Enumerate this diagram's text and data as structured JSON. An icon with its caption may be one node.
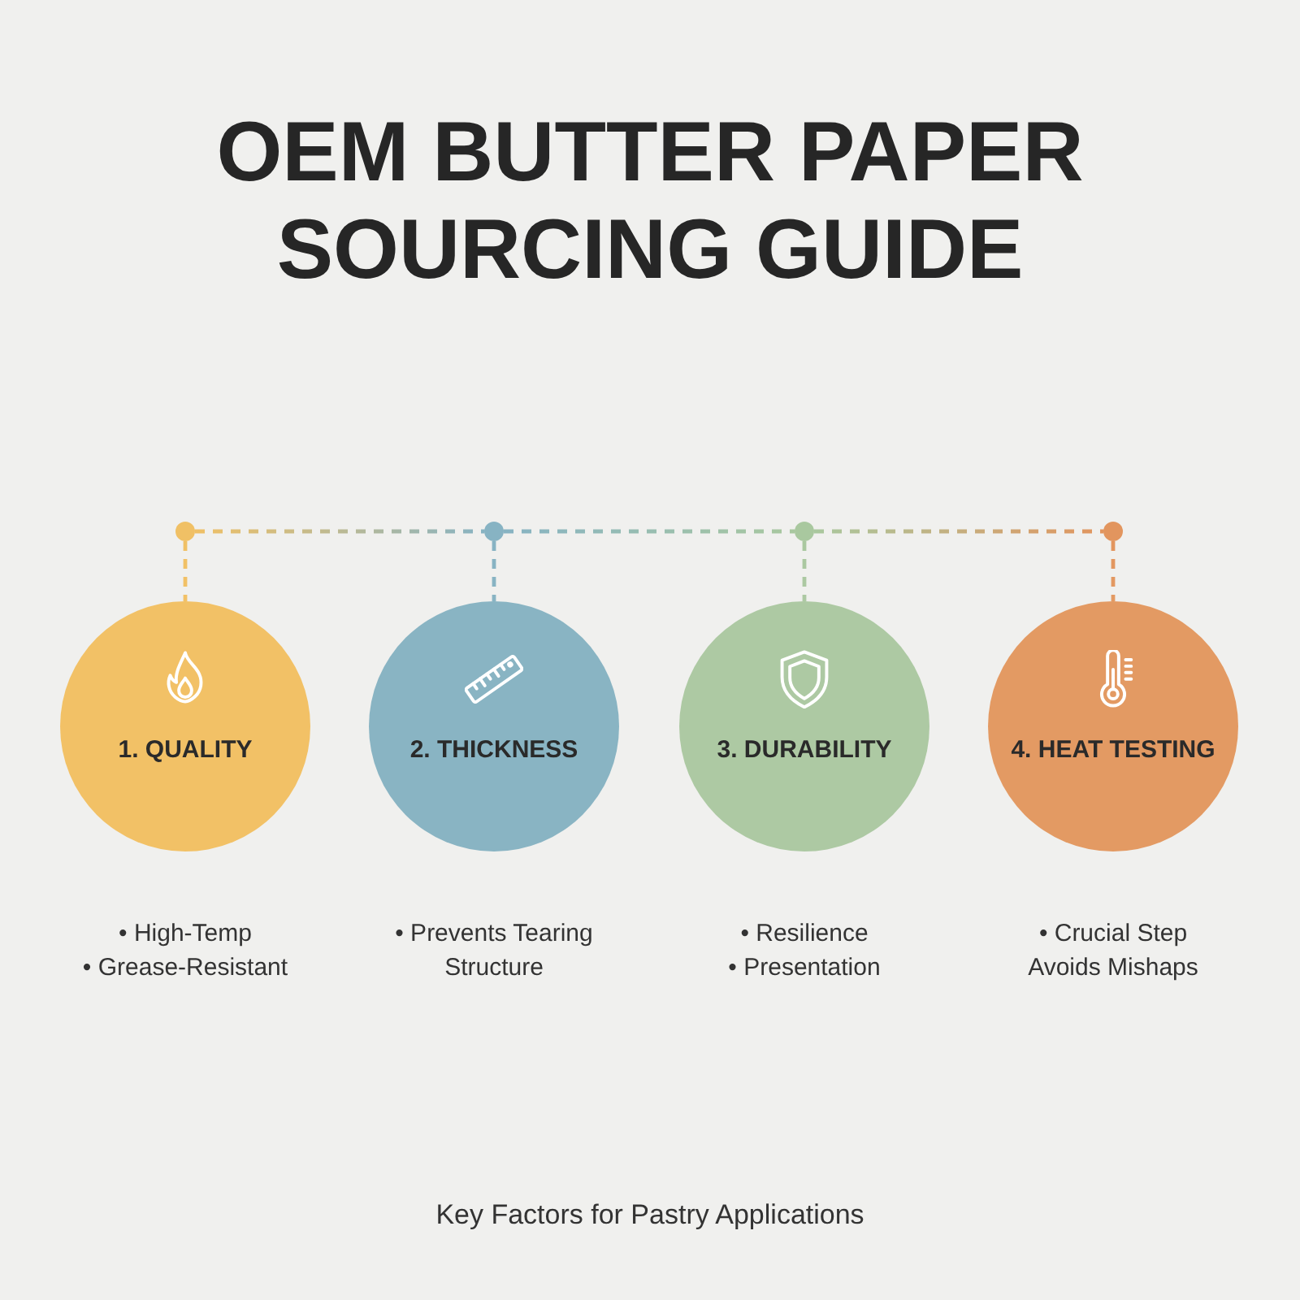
{
  "diagram": {
    "title": "OEM BUTTER PAPER SOURCING GUIDE",
    "caption": "Key Factors for Pastry Applications",
    "nodes": [
      {
        "text": [],
        "shape": "circle"
      },
      {
        "text": [],
        "shape": "circle"
      },
      {
        "text": [],
        "shape": "circle"
      },
      {
        "text": [],
        "shape": "circle"
      },
      {
        "text": [
          "1. QUALITY"
        ],
        "beside": [
          "• High-Temp",
          "• Grease-Resistant"
        ]
      },
      {
        "text": [
          "2. THICKNESS"
        ],
        "beside": [
          "• Prevents Tearing",
          "Structure"
        ]
      },
      {
        "text": [
          "3. DURABILITY"
        ],
        "beside": [
          "• Resilience",
          "• Presentation"
        ]
      },
      {
        "text": [
          "4. HEAT TESTING"
        ],
        "beside": [
          "• Crucial Step",
          "Avoids Mishaps"
        ]
      }
    ],
    "edges": [
      {
        "from": 0,
        "to": 1,
        "arrow": "none",
        "style": "dashed",
        "color": "#f0c065"
      },
      {
        "from": 1,
        "to": 2,
        "arrow": "none",
        "style": "dashed",
        "color": "#87b3c3"
      },
      {
        "from": 2,
        "to": 3,
        "arrow": "none",
        "style": "dashed",
        "color": "#a9c89f"
      },
      {
        "from": 0,
        "to": 4,
        "arrow": "none",
        "style": "dashed",
        "color": "#f0c065"
      },
      {
        "from": 1,
        "to": 5,
        "arrow": "none",
        "style": "dashed",
        "color": "#87b3c3"
      },
      {
        "from": 2,
        "to": 6,
        "arrow": "none",
        "style": "dashed",
        "color": "#a9c89f"
      },
      {
        "from": 3,
        "to": 7,
        "arrow": "none",
        "style": "dashed",
        "color": "#e2955e"
      }
    ]
  }
}
